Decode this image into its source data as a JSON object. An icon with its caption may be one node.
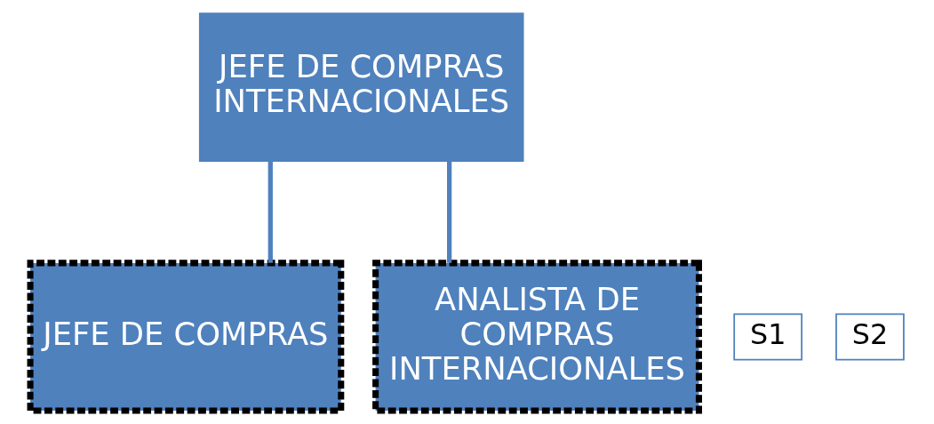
{
  "diagram": {
    "nodes": [
      {
        "text": [
          "JEFE DE COMPRAS INTERNACIONALES"
        ]
      },
      {
        "text": [
          "S1"
        ]
      },
      {
        "text": [
          "JEFE DE COMPRAS"
        ]
      },
      {
        "text": [
          "S2"
        ]
      },
      {
        "text": [
          "ANALISTA DE COMPRAS INTERNACIONALES"
        ]
      }
    ],
    "edges": [
      {
        "from": 0,
        "to": 2,
        "arrow": "none"
      },
      {
        "from": 0,
        "to": 4,
        "arrow": "none"
      }
    ]
  }
}
